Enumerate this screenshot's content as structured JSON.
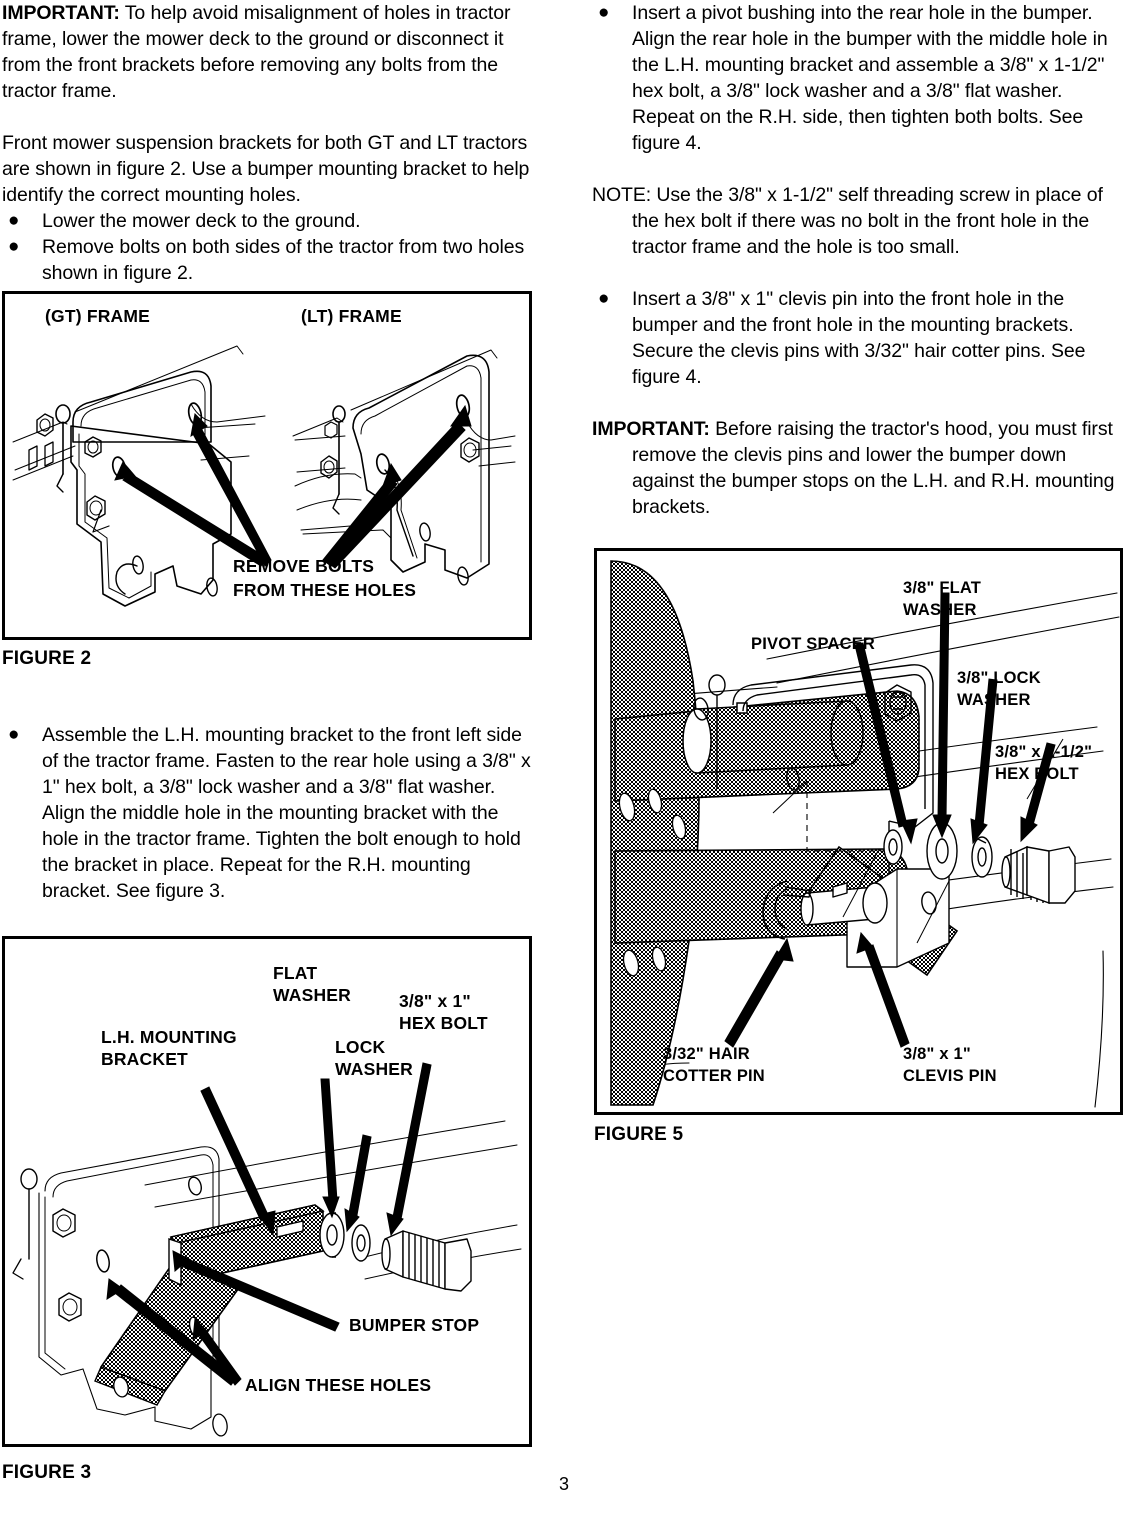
{
  "document": {
    "page_number": "3"
  },
  "left_column": {
    "important_1": {
      "label": "IMPORTANT:",
      "text": " To help avoid misalignment of holes in tractor frame, lower the mower deck to the ground or disconnect it from the front brackets before removing any bolts from the tractor frame."
    },
    "paragraph_1": "Front mower suspension brackets for both GT and LT tractors are shown in figure 2. Use a bumper mounting bracket to help identify the correct mounting holes.",
    "bullets_1": [
      "Lower the mower deck to the ground.",
      "Remove bolts on both sides of the tractor from two holes shown in figure 2."
    ],
    "bullets_2": [
      "Assemble the L.H. mounting bracket to the front left side of the tractor frame. Fasten to the rear hole using a 3/8\" x 1\" hex bolt, a 3/8\" lock washer and a 3/8\" flat washer. Align the middle hole in the mounting bracket with the hole in the tractor frame. Tighten the bolt enough to hold the bracket in place. Repeat for the R.H. mounting bracket. See figure 3."
    ]
  },
  "right_column": {
    "bullets_1": [
      "Insert a pivot bushing into the rear hole in the bumper. Align the rear hole in the bumper with the middle hole in the L.H. mounting bracket and assemble a 3/8\" x 1-1/2\" hex bolt, a 3/8\" lock washer and a 3/8\" flat washer. Repeat on the R.H. side, then tighten both bolts. See figure 4."
    ],
    "note_1": {
      "label": "NOTE:",
      "text": "  Use the 3/8\" x 1-1/2\" self threading screw in place of the hex bolt if there was no bolt in the front hole in the tractor frame and the hole is too small."
    },
    "bullets_2": [
      "Insert a 3/8\" x 1\" clevis pin into the front hole in the bumper and the front hole in the mounting brackets. Secure the clevis pins with 3/32\" hair cotter pins. See figure 4."
    ],
    "important_1": {
      "label": "IMPORTANT:",
      "text": " Before raising the tractor's hood, you must first remove the clevis pins and lower the bumper down against the bumper stops on the L.H. and R.H. mounting brackets."
    }
  },
  "figure_2": {
    "caption": "FIGURE 2",
    "labels": {
      "gt_frame": "(GT) FRAME",
      "lt_frame": "(LT) FRAME",
      "remove_bolts_line1": "REMOVE BOLTS",
      "remove_bolts_line2": "FROM THESE HOLES"
    }
  },
  "figure_3": {
    "caption": "FIGURE 3",
    "labels": {
      "flat_washer_line1": "FLAT",
      "flat_washer_line2": "WASHER",
      "hex_bolt_line1": "3/8\" x 1\"",
      "hex_bolt_line2": "HEX BOLT",
      "lh_bracket_line1": "L.H. MOUNTING",
      "lh_bracket_line2": "BRACKET",
      "lock_washer_line1": "LOCK",
      "lock_washer_line2": "WASHER",
      "bumper_stop": "BUMPER STOP",
      "align_holes": "ALIGN THESE HOLES"
    }
  },
  "figure_5": {
    "caption": "FIGURE 5",
    "labels": {
      "flat_washer_line1": "3/8\" FLAT",
      "flat_washer_line2": "WASHER",
      "pivot_spacer": "PIVOT SPACER",
      "lock_washer_line1": "3/8\" LOCK",
      "lock_washer_line2": "WASHER",
      "hex_bolt_line1": "3/8\" x 1-1/2\"",
      "hex_bolt_line2": "HEX BOLT",
      "hair_cotter_line1": "3/32\" HAIR",
      "hair_cotter_line2": "COTTER PIN",
      "clevis_pin_line1": "3/8\" x 1\"",
      "clevis_pin_line2": "CLEVIS PIN"
    }
  }
}
